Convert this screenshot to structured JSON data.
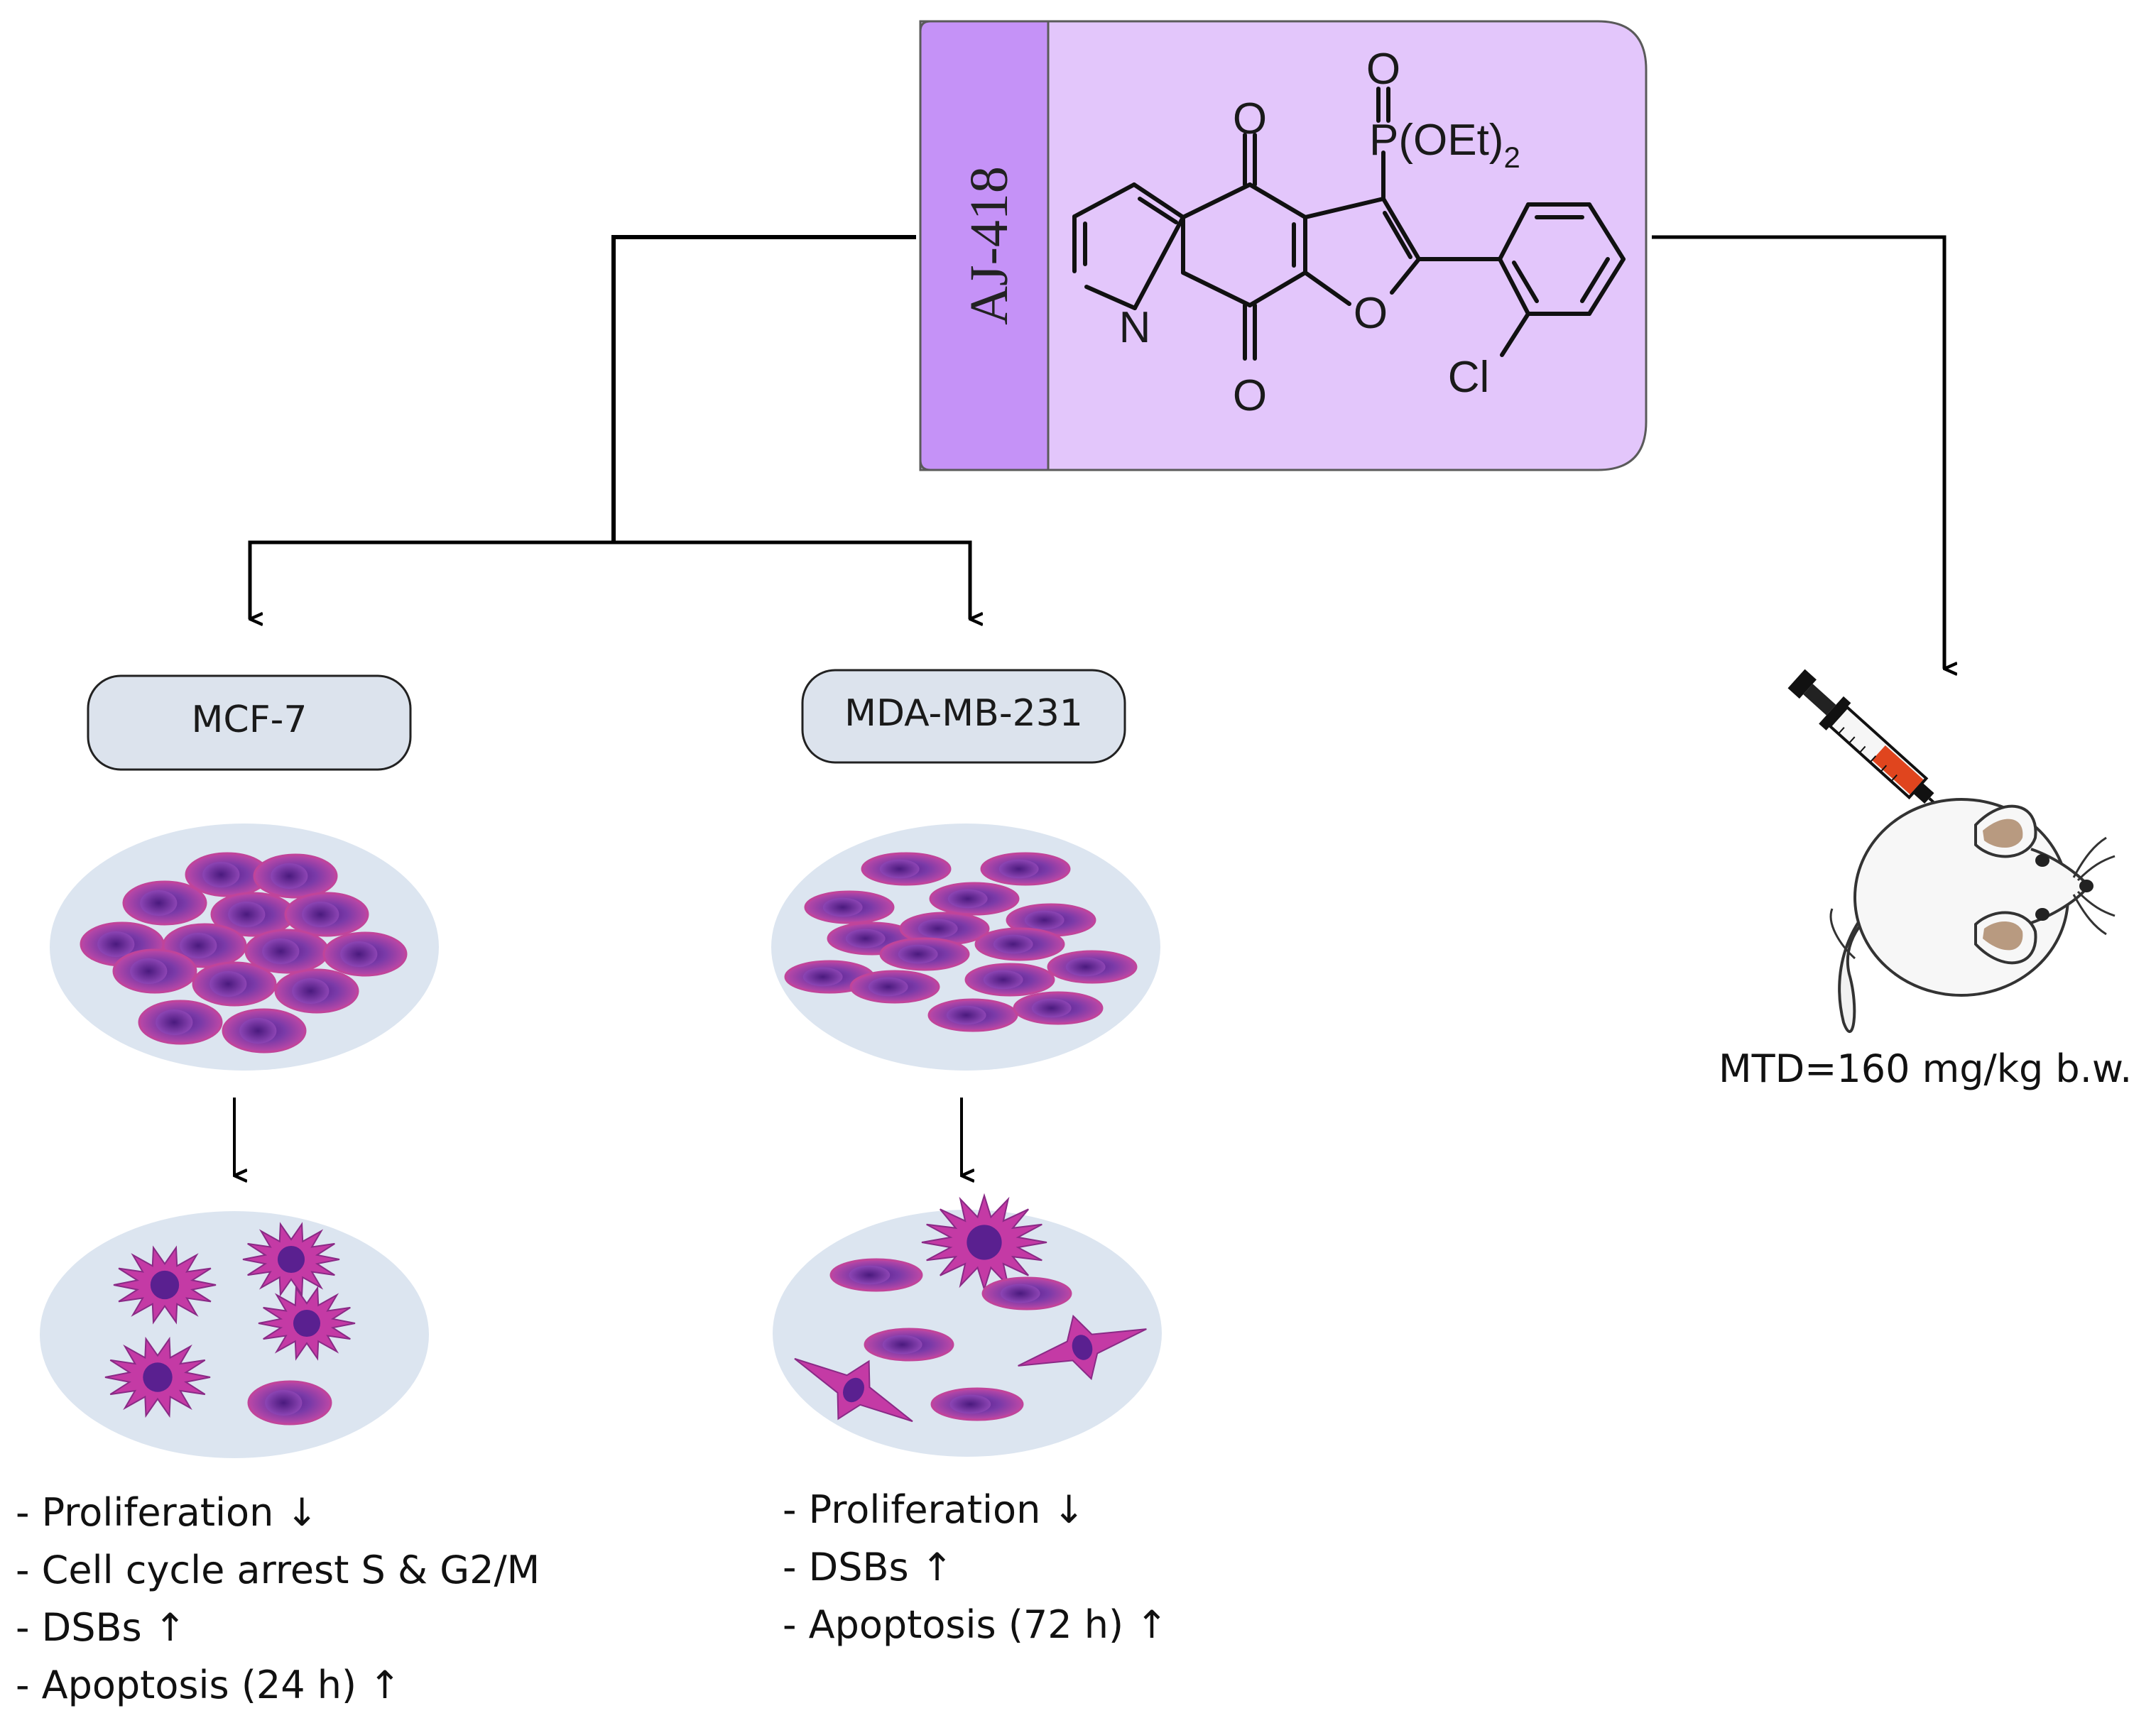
{
  "compound": {
    "name": "AJ-418",
    "atoms": {
      "oxygen": "O",
      "phosphonate": "P(OEt)",
      "phosphonate_subscript": "2",
      "nitrogen": "N",
      "chlorine": "Cl"
    }
  },
  "cell_lines": [
    {
      "name": "MCF-7",
      "effects": [
        {
          "text": "- Proliferation",
          "arrow": "↓"
        },
        {
          "text": "- Cell cycle arrest S & G2/M",
          "arrow": ""
        },
        {
          "text": "- DSBs",
          "arrow": "↑"
        },
        {
          "text": "- Apoptosis (24 h)",
          "arrow": "↑"
        }
      ]
    },
    {
      "name": "MDA-MB-231",
      "effects": [
        {
          "text": "- Proliferation",
          "arrow": "↓"
        },
        {
          "text": "- DSBs",
          "arrow": "↑"
        },
        {
          "text": "- Apoptosis (72 h)",
          "arrow": "↑"
        }
      ]
    }
  ],
  "in_vivo": {
    "label": "MTD=160 mg/kg b.w."
  },
  "colors": {
    "compound_box": "#e3c6fb",
    "compound_tab": "#c592f7",
    "cell_box": "#dce3ed",
    "dish": "#dce5f0",
    "cell_outer": "#c0449a",
    "cell_inner": "#6a2a96",
    "syringe_fluid": "#e0451e"
  }
}
